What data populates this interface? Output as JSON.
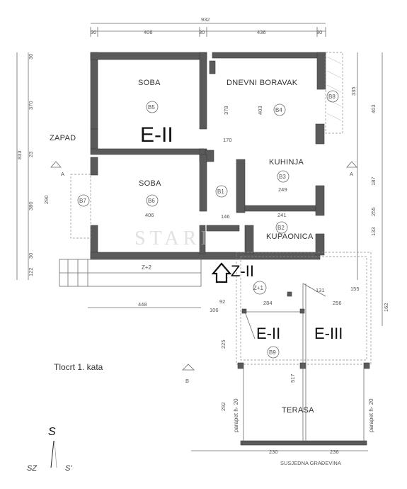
{
  "rooms": {
    "soba_top": "SOBA",
    "soba_bottom": "SOBA",
    "dnevni": "DNEVNI BORAVAK",
    "kuhinja": "KUHINJA",
    "kupaonica": "KUPAONICA",
    "terasa": "TERASA",
    "zapad": "ZAPAD",
    "susjedna": "SUSJEDNA GRAĐEVINA"
  },
  "zones": {
    "e2_main": "E-II",
    "z2": "Z-II",
    "e2_small": "E-II",
    "e3": "E-III"
  },
  "codes": {
    "b1": "B1",
    "b2": "B2",
    "b3": "B3",
    "b4": "B4",
    "b5": "B5",
    "b6": "B6",
    "b7": "B7",
    "b8": "B8",
    "b9": "B9",
    "z1": "Z+1",
    "z2": "Z+2",
    "a_left": "A",
    "a_right": "A",
    "b_left": "B"
  },
  "dims": {
    "top": [
      "30",
      "406",
      "30",
      "436",
      "30"
    ],
    "total_top": "932",
    "left": [
      "30",
      "370",
      "23",
      "380",
      "30",
      "122"
    ],
    "left_total": "833",
    "left_inner": "290",
    "right": [
      "335",
      "403",
      "187",
      "255",
      "133",
      "162"
    ],
    "inner": [
      "378",
      "403",
      "170",
      "249",
      "406",
      "146",
      "241",
      "284",
      "256",
      "448",
      "225",
      "292",
      "517",
      "230",
      "236",
      "131",
      "155",
      "106",
      "92"
    ]
  },
  "captions": {
    "plan": "Tlocrt 1. kata",
    "north": "S",
    "sz": "SZ",
    "sj": "S'",
    "parapet": "parapet h- 20"
  },
  "watermark": "STARI"
}
